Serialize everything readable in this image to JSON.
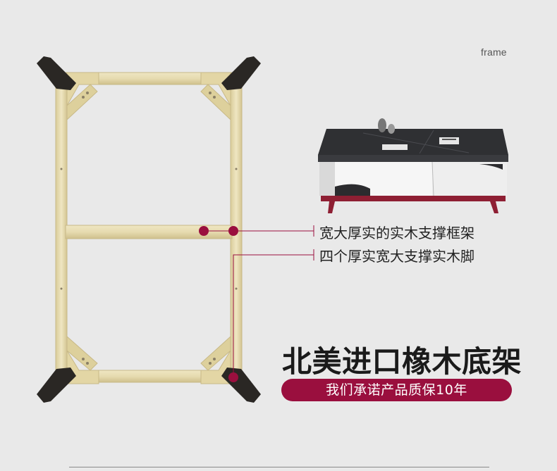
{
  "label_top_right": "frame",
  "callouts": [
    {
      "text": "宽大厚实的实木支撑框架"
    },
    {
      "text": "四个厚实宽大支撑实木脚"
    }
  ],
  "headline": "北美进口橡木底架",
  "badge": "我们承诺产品质保10年",
  "colors": {
    "background": "#e9e9e9",
    "wood": "#e7dcb0",
    "leg": "#2a2724",
    "accent": "#9a0f3e",
    "tabletop": "#2f3033"
  },
  "icons": [
    "table-frame-illustration",
    "coffee-table-product-image",
    "callout-dot-icon"
  ]
}
